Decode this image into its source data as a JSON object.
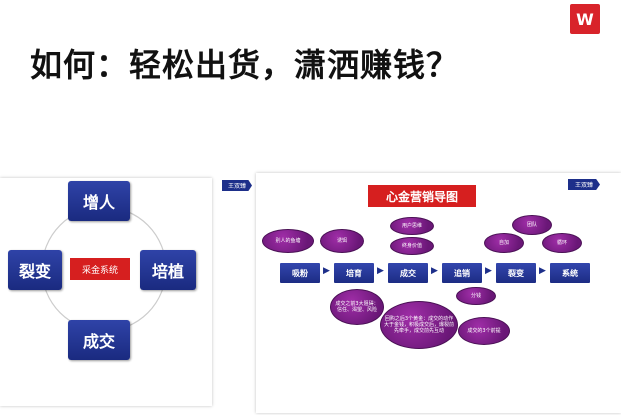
{
  "logo": {
    "glyph": "W"
  },
  "title": "如何：轻松出货，潇洒赚钱？",
  "left_diagram": {
    "top": "增人",
    "left": "裂变",
    "center": "采金系统",
    "right": "培植",
    "bottom": "成交",
    "box_color": "#1f2f8f",
    "center_color": "#d61f1f"
  },
  "right_diagram": {
    "tag": "王双臻",
    "title": "心金营销导图",
    "flow": [
      "吸粉",
      "培育",
      "成交",
      "追销",
      "裂变",
      "系统"
    ],
    "bubbles": {
      "b1": "别人的鱼塘",
      "b2": "诱饵",
      "b3": "用户思维",
      "b4": "终身价值",
      "b5": "团队",
      "b6": "自加",
      "b7": "循环",
      "b8": "分钱",
      "b9": "成交之前3大阻碍：信任、渴望、风险",
      "b10": "回购之后3个黄金：成交的动作大于金钱，积极成交后，爆裂前先牵手，成交前先互动",
      "b11": "成交的3个前提"
    }
  },
  "left_tag": "王双臻"
}
